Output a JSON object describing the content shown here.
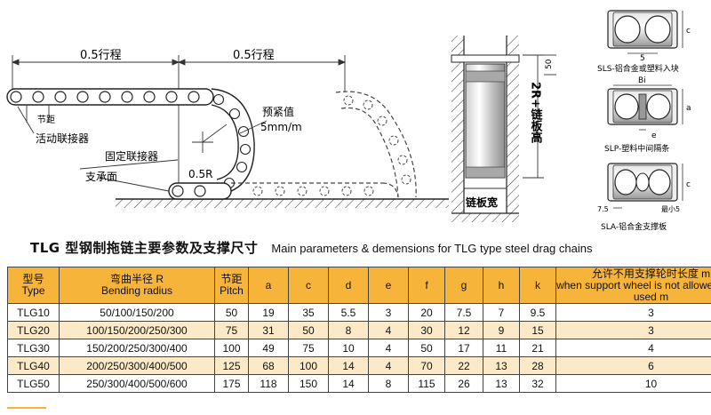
{
  "diagram": {
    "dim_left": "0.5行程",
    "dim_right": "0.5行程",
    "pitch": "节距",
    "moving_connector": "活动联接器",
    "fixed_connector": "固定联接器",
    "support_surface": "支承面",
    "preload_title": "预紧值",
    "preload_value": "5mm/m",
    "radius": "0.5R",
    "height_label": "2R+链板高",
    "width_label": "链板宽",
    "dim_50": "50",
    "sls_label": "SLS-铝合金或塑料入块",
    "slp_label": "SLP-塑料中间隔条",
    "sla_label": "SLA-铝合金支撑板",
    "c": "c",
    "five": "5",
    "bi": "Bi",
    "e": "e",
    "seven_five": "7.5",
    "min5": "最小5"
  },
  "title": {
    "cn": "TLG 型钢制拖链主要参数及支撑尺寸",
    "en": "Main parameters & demensions for TLG type steel drag chains"
  },
  "table": {
    "headers": {
      "type_cn": "型号",
      "type_en": "Type",
      "radius_cn": "弯曲半径 R",
      "radius_en": "Bending radius",
      "pitch_cn": "节距",
      "pitch_en": "Pitch",
      "a": "a",
      "c": "c",
      "d": "d",
      "e": "e",
      "f": "f",
      "g": "g",
      "h": "h",
      "k": "k",
      "m_cn": "允许不用支撑轮时长度 m",
      "m_en": "when support wheel is not allowed to be used m"
    },
    "rows": [
      {
        "type": "TLG10",
        "radius": "50/100/150/200",
        "pitch": "50",
        "a": "19",
        "c": "35",
        "d": "5.5",
        "e": "3",
        "f": "20",
        "g": "7.5",
        "h": "7",
        "k": "9.5",
        "m": "3"
      },
      {
        "type": "TLG20",
        "radius": "100/150/200/250/300",
        "pitch": "75",
        "a": "31",
        "c": "50",
        "d": "8",
        "e": "4",
        "f": "30",
        "g": "12",
        "h": "9",
        "k": "15",
        "m": "3"
      },
      {
        "type": "TLG30",
        "radius": "150/200/250/300/400",
        "pitch": "100",
        "a": "49",
        "c": "75",
        "d": "10",
        "e": "4",
        "f": "50",
        "g": "17",
        "h": "11",
        "k": "21",
        "m": "4"
      },
      {
        "type": "TLG40",
        "radius": "200/250/300/400/500",
        "pitch": "125",
        "a": "68",
        "c": "100",
        "d": "14",
        "e": "4",
        "f": "70",
        "g": "22",
        "h": "13",
        "k": "28",
        "m": "6"
      },
      {
        "type": "TLG50",
        "radius": "250/300/400/500/600",
        "pitch": "175",
        "a": "118",
        "c": "150",
        "d": "14",
        "e": "8",
        "f": "115",
        "g": "26",
        "h": "13",
        "k": "32",
        "m": "10"
      }
    ]
  }
}
